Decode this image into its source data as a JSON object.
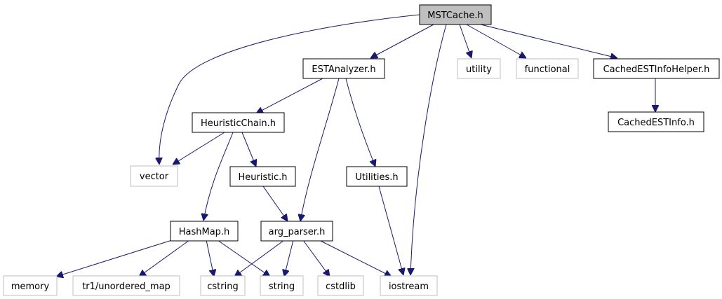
{
  "diagram": {
    "colors": {
      "edge": "#191970",
      "root_fill": "#bfbfbf",
      "local_stroke": "#000000",
      "system_stroke": "#bfbfbf",
      "text": "#000000"
    },
    "nodes": {
      "mstcache": {
        "label": "MSTCache.h",
        "kind": "root"
      },
      "estanalyzer": {
        "label": "ESTAnalyzer.h",
        "kind": "local"
      },
      "utility": {
        "label": "utility",
        "kind": "system"
      },
      "functional": {
        "label": "functional",
        "kind": "system"
      },
      "cachedestinfohelper": {
        "label": "CachedESTInfoHelper.h",
        "kind": "local"
      },
      "cachedestinfo": {
        "label": "CachedESTInfo.h",
        "kind": "local"
      },
      "heuristicchain": {
        "label": "HeuristicChain.h",
        "kind": "local"
      },
      "vector": {
        "label": "vector",
        "kind": "system"
      },
      "heuristic": {
        "label": "Heuristic.h",
        "kind": "local"
      },
      "utilities": {
        "label": "Utilities.h",
        "kind": "local"
      },
      "hashmap": {
        "label": "HashMap.h",
        "kind": "local"
      },
      "arg_parser": {
        "label": "arg_parser.h",
        "kind": "local"
      },
      "memory": {
        "label": "memory",
        "kind": "system"
      },
      "tr1_unordered_map": {
        "label": "tr1/unordered_map",
        "kind": "system"
      },
      "cstring": {
        "label": "cstring",
        "kind": "system"
      },
      "string": {
        "label": "string",
        "kind": "system"
      },
      "cstdlib": {
        "label": "cstdlib",
        "kind": "system"
      },
      "iostream": {
        "label": "iostream",
        "kind": "system"
      }
    },
    "edges": [
      {
        "from": "mstcache",
        "to": "estanalyzer"
      },
      {
        "from": "mstcache",
        "to": "vector"
      },
      {
        "from": "mstcache",
        "to": "iostream"
      },
      {
        "from": "mstcache",
        "to": "utility"
      },
      {
        "from": "mstcache",
        "to": "functional"
      },
      {
        "from": "mstcache",
        "to": "cachedestinfohelper"
      },
      {
        "from": "estanalyzer",
        "to": "heuristicchain"
      },
      {
        "from": "estanalyzer",
        "to": "arg_parser"
      },
      {
        "from": "estanalyzer",
        "to": "utilities"
      },
      {
        "from": "heuristicchain",
        "to": "vector"
      },
      {
        "from": "heuristicchain",
        "to": "hashmap"
      },
      {
        "from": "heuristicchain",
        "to": "heuristic"
      },
      {
        "from": "heuristic",
        "to": "arg_parser"
      },
      {
        "from": "utilities",
        "to": "iostream"
      },
      {
        "from": "hashmap",
        "to": "memory"
      },
      {
        "from": "hashmap",
        "to": "tr1_unordered_map"
      },
      {
        "from": "hashmap",
        "to": "cstring"
      },
      {
        "from": "hashmap",
        "to": "string"
      },
      {
        "from": "arg_parser",
        "to": "cstring"
      },
      {
        "from": "arg_parser",
        "to": "string"
      },
      {
        "from": "arg_parser",
        "to": "cstdlib"
      },
      {
        "from": "arg_parser",
        "to": "iostream"
      },
      {
        "from": "cachedestinfohelper",
        "to": "cachedestinfo"
      }
    ]
  }
}
